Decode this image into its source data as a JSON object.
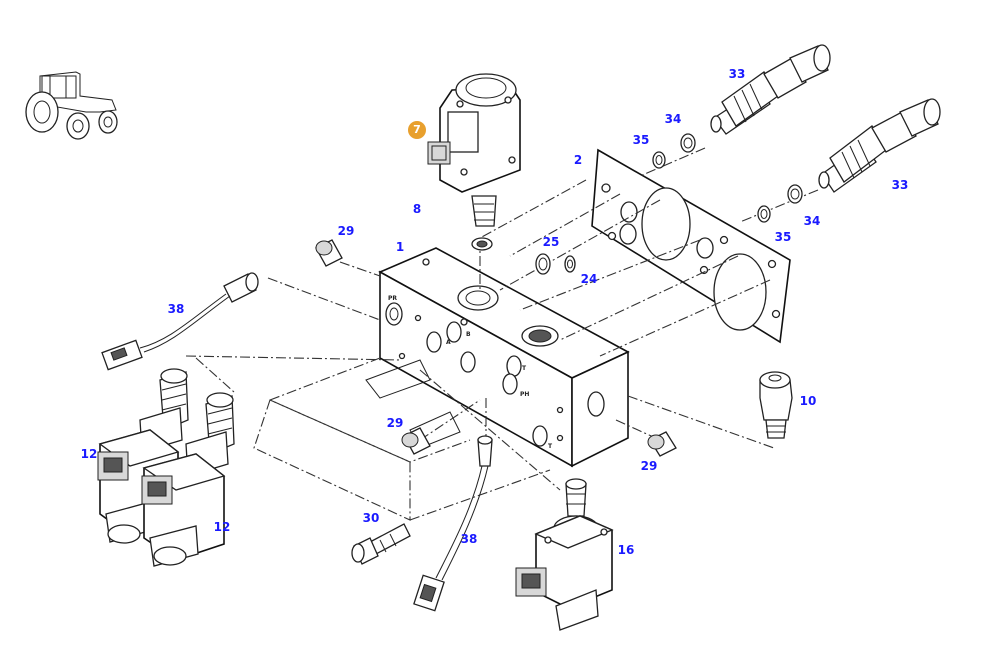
{
  "diagram": {
    "callouts": [
      {
        "id": "c7",
        "label": "7",
        "highlight": true
      },
      {
        "id": "c33a",
        "label": "33"
      },
      {
        "id": "c33b",
        "label": "33"
      },
      {
        "id": "c34a",
        "label": "34"
      },
      {
        "id": "c34b",
        "label": "34"
      },
      {
        "id": "c35a",
        "label": "35"
      },
      {
        "id": "c35b",
        "label": "35"
      },
      {
        "id": "c2",
        "label": "2"
      },
      {
        "id": "c8",
        "label": "8"
      },
      {
        "id": "c29a",
        "label": "29"
      },
      {
        "id": "c29b",
        "label": "29"
      },
      {
        "id": "c29c",
        "label": "29"
      },
      {
        "id": "c1",
        "label": "1"
      },
      {
        "id": "c25",
        "label": "25"
      },
      {
        "id": "c24",
        "label": "24"
      },
      {
        "id": "c38a",
        "label": "38"
      },
      {
        "id": "c38b",
        "label": "38"
      },
      {
        "id": "c10",
        "label": "10"
      },
      {
        "id": "c12a",
        "label": "12"
      },
      {
        "id": "c12b",
        "label": "12"
      },
      {
        "id": "c30",
        "label": "30"
      },
      {
        "id": "c16",
        "label": "16"
      }
    ],
    "port_marks": {
      "pr": "PR",
      "a": "A",
      "b": "B",
      "t": "T",
      "ph": "PH",
      "t2": "T"
    },
    "colors": {
      "callout_text": "#1a1aff",
      "highlight_badge": "#e8a02e",
      "line": "#222222"
    }
  }
}
